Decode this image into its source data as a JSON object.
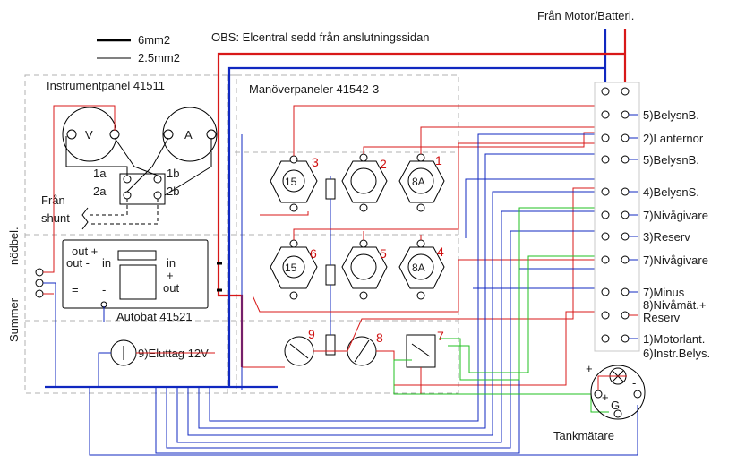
{
  "header": {
    "note": "OBS: Elcentral sedd från anslutningssidan",
    "source": "Från Motor/Batteri."
  },
  "legend": {
    "thick": "6mm2",
    "thin": "2.5mm2"
  },
  "panels": {
    "instrument": "Instrumentpanel 41511",
    "maneuver": "Manöverpaneler 41542-3",
    "autobat": "Autobat 41521"
  },
  "meters": {
    "volt": "V",
    "amp": "A"
  },
  "shunt": {
    "t1a": "1a",
    "t1b": "1b",
    "t2a": "2a",
    "t2b": "2b",
    "label1": "Från",
    "label2": "shunt"
  },
  "side": {
    "summer": "Summer",
    "nodbel": "nödbel."
  },
  "autobat_labels": {
    "out_plus": "out +",
    "out_minus": "out -",
    "in": "in",
    "in_r": "in",
    "plus_r": "+",
    "out_r": "out",
    "eq": "=",
    "minus": "-"
  },
  "switches": {
    "s1": "1",
    "s2": "2",
    "s3": "3",
    "s4": "4",
    "s5": "5",
    "s6": "6",
    "s7": "7",
    "s8": "8",
    "s9": "9",
    "sw15a": "15",
    "sw15b": "15",
    "sw8a": "8A",
    "sw8b": "8A"
  },
  "outlet": "9)Eluttag 12V",
  "outputs": [
    "5)BelysnB.",
    "2)Lanternor",
    "5)BelysnB.",
    "4)BelysnS.",
    "7)Nivågivare",
    "3)Reserv",
    "7)Nivågivare",
    "7)Minus",
    "8)Nivåmät.+",
    "Reserv",
    "1)Motorlant.",
    "6)Instr.Belys."
  ],
  "tank": {
    "label": "Tankmätare",
    "gauge": "G",
    "plus": "+",
    "plus2": "+",
    "minus": "-"
  },
  "colors": {
    "red": "#d81818",
    "blue": "#1028c0",
    "green": "#22c022",
    "black": "#000000"
  }
}
